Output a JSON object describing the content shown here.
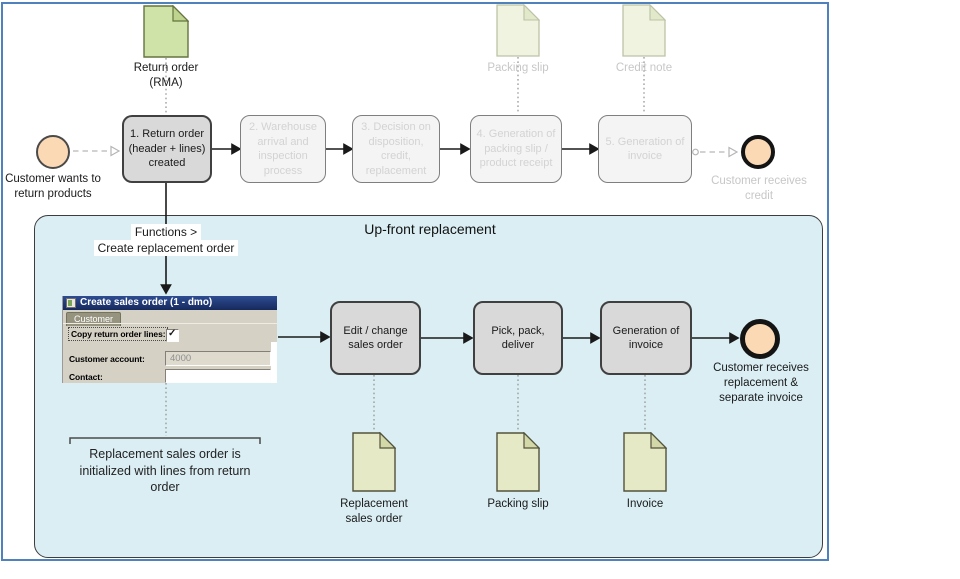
{
  "colors": {
    "frame_blue": "#4f81bd",
    "subprocess_fill": "#daeef4",
    "task_fill": "#d9d9d9",
    "faded_fill": "#f4f4f4",
    "event_fill": "#fcd9b5",
    "doc_green": "#cfe2a7",
    "doc_green_faded": "#eff3df",
    "doc_olive": "#e5e9c5",
    "dialog_titlebar": "#16295c"
  },
  "top_flow": {
    "start_label": "Customer wants to\nreturn products",
    "steps": [
      {
        "label": "1. Return order\n(header + lines)\ncreated",
        "state": "active"
      },
      {
        "label": "2. Warehouse\narrival and\ninspection\nprocess",
        "state": "faded"
      },
      {
        "label": "3. Decision on\ndisposition,\ncredit,\nreplacement",
        "state": "faded"
      },
      {
        "label": "4. Generation of\npacking slip /\nproduct receipt",
        "state": "faded"
      },
      {
        "label": "5. Generation of\ninvoice",
        "state": "faded"
      }
    ],
    "end_label": "Customer receives\ncredit",
    "documents": [
      {
        "label": "Return order\n(RMA)",
        "state": "active"
      },
      {
        "label": "Packing slip",
        "state": "faded"
      },
      {
        "label": "Credit note",
        "state": "faded"
      }
    ]
  },
  "subprocess": {
    "title": "Up-front replacement",
    "annotation_line1": "Functions >",
    "annotation_line2": "Create replacement order",
    "dialog": {
      "title": "Create sales order (1 - dmo)",
      "tab": "Customer",
      "copy_lines_label": "Copy return order lines:",
      "copy_lines_checked": true,
      "customer_account_label": "Customer account:",
      "customer_account_value": "4000",
      "contact_label": "Contact:",
      "contact_value": ""
    },
    "steps": [
      {
        "label": "Edit / change\nsales order"
      },
      {
        "label": "Pick, pack,\ndeliver"
      },
      {
        "label": "Generation of\ninvoice"
      }
    ],
    "end_label": "Customer receives\nreplacement &\nseparate invoice",
    "bracket_note": "Replacement sales order is\ninitialized with lines from return\norder",
    "documents": [
      {
        "label": "Replacement\nsales order"
      },
      {
        "label": "Packing slip"
      },
      {
        "label": "Invoice"
      }
    ]
  }
}
